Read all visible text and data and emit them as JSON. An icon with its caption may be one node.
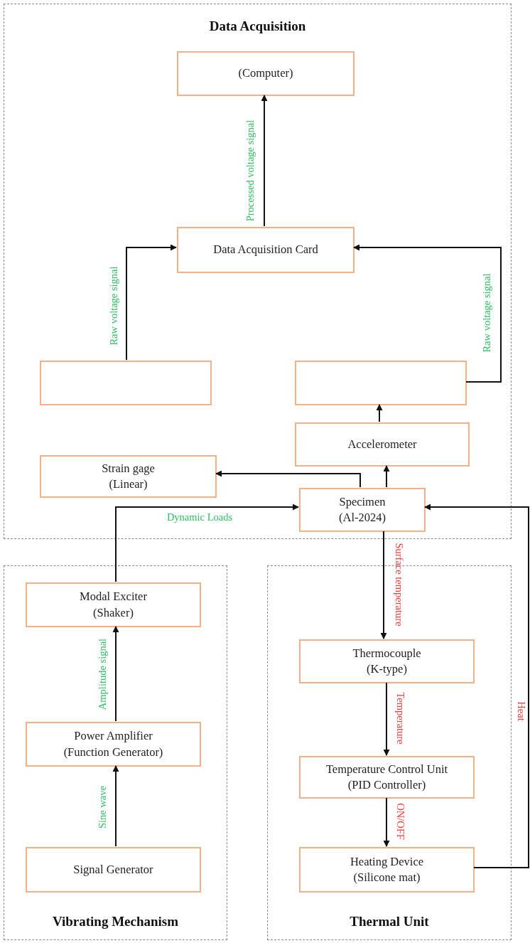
{
  "diagram": {
    "nodes": [
      {
        "text": [
          "Data Acquisition"
        ]
      },
      {
        "text": [
          "(Computer)"
        ],
        "in": 0
      },
      {
        "text": [
          "Data Acquisition Card"
        ],
        "in": 0
      },
      {
        "text": [],
        "shape": "box",
        "in": 0
      },
      {
        "text": [],
        "shape": "box",
        "in": 0
      },
      {
        "text": [
          "Accelerometer"
        ],
        "in": 0
      },
      {
        "text": [
          "Strain gage",
          "(Linear)"
        ],
        "in": 0
      },
      {
        "text": [
          "Specimen",
          "(Al-2024)"
        ],
        "in": 0
      },
      {
        "text": [
          "Vibrating Mechanism"
        ]
      },
      {
        "text": [
          "Modal Exciter",
          "(Shaker)"
        ],
        "in": 8
      },
      {
        "text": [
          "Power Amplifier",
          "(Function Generator)"
        ],
        "in": 8
      },
      {
        "text": [
          "Signal Generator"
        ],
        "in": 8
      },
      {
        "text": [
          "Thermal Unit"
        ]
      },
      {
        "text": [
          "Thermocouple",
          "(K-type)"
        ],
        "in": 12
      },
      {
        "text": [
          "Temperature Control Unit",
          "(PID Controller)"
        ],
        "in": 12
      },
      {
        "text": [
          "Heating Device",
          "(Silicone mat)"
        ],
        "in": 12
      }
    ],
    "edges": [
      {
        "from": 2,
        "to": 1,
        "arrow": "to",
        "label": "Processed voltage signal"
      },
      {
        "from": 3,
        "to": 2,
        "arrow": "to",
        "label": "Raw voltage signal"
      },
      {
        "from": 4,
        "to": 2,
        "arrow": "to",
        "label": "Raw voltage signal"
      },
      {
        "from": 5,
        "to": 4,
        "arrow": "to"
      },
      {
        "from": 7,
        "to": 5,
        "arrow": "to"
      },
      {
        "from": 7,
        "to": 6,
        "arrow": "to"
      },
      {
        "from": 9,
        "to": 7,
        "arrow": "to",
        "label": "Dynamic Loads"
      },
      {
        "from": 10,
        "to": 9,
        "arrow": "to",
        "label": "Amplitude signal"
      },
      {
        "from": 11,
        "to": 10,
        "arrow": "to",
        "label": "Sine wave"
      },
      {
        "from": 7,
        "to": 13,
        "arrow": "to",
        "label": "Surface temperature"
      },
      {
        "from": 13,
        "to": 14,
        "arrow": "to",
        "label": "Temperature"
      },
      {
        "from": 14,
        "to": 15,
        "arrow": "to",
        "label": "ON/OFF"
      },
      {
        "from": 15,
        "to": 7,
        "arrow": "to",
        "label": "Heat"
      }
    ]
  }
}
